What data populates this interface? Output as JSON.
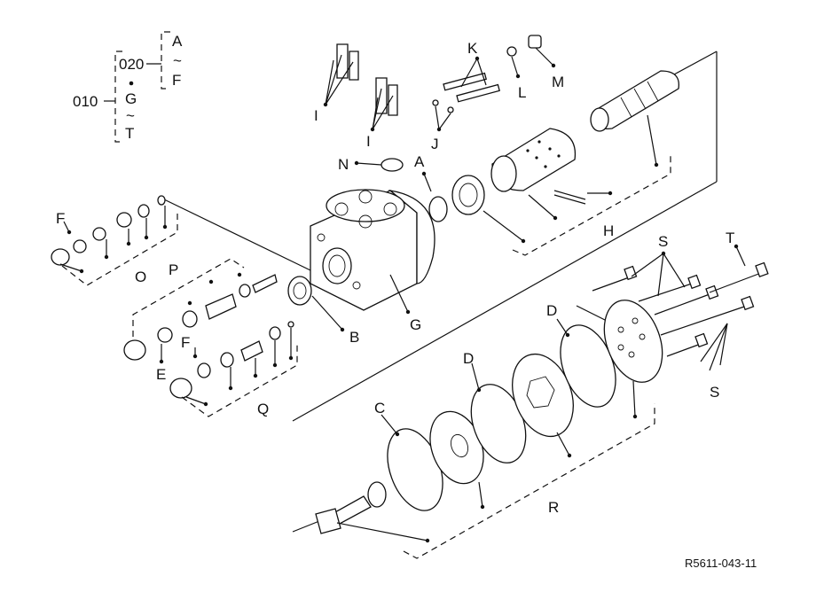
{
  "diagram": {
    "title": "",
    "reference_code": "R5611-043-11",
    "group_codes": {
      "g020": "020",
      "g010": "010"
    },
    "range_labels": {
      "a": "A",
      "tilde1": "~",
      "f": "F",
      "g": "G",
      "tilde2": "~",
      "t": "T"
    },
    "callouts": {
      "A": "A",
      "B": "B",
      "C": "C",
      "D1": "D",
      "D2": "D",
      "E": "E",
      "F1": "F",
      "F2": "F",
      "G": "G",
      "H": "H",
      "I1": "I",
      "I2": "I",
      "J": "J",
      "K": "K",
      "L": "L",
      "M": "M",
      "N": "N",
      "O": "O",
      "P": "P",
      "Q": "Q",
      "R": "R",
      "S1": "S",
      "S2": "S",
      "T": "T"
    }
  }
}
